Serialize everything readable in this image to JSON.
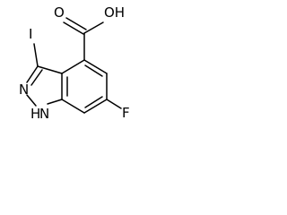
{
  "molecule": {
    "atom_labels": {
      "hydroxyl": "OH",
      "carbonyl_oxygen": "O",
      "iodine": "I",
      "nitrogen_2": "N",
      "nitrogen_1": "N",
      "nh_hydrogen": "H",
      "fluorine": "F"
    }
  },
  "colors": {
    "bond": "#000000",
    "text": "#000000",
    "background": "#ffffff"
  }
}
